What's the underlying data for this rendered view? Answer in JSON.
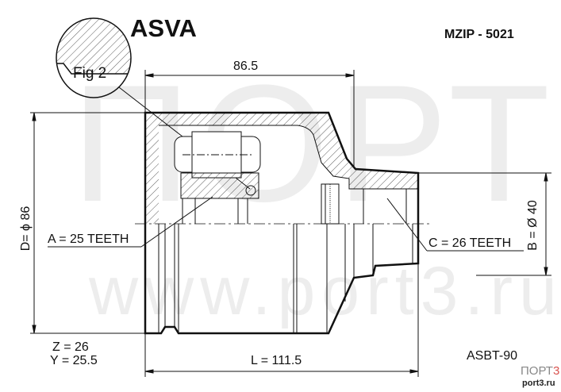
{
  "brand": "ASVA",
  "part_number": "MZIP - 5021",
  "detail_label": "Fig 2",
  "dimensions": {
    "top_length": "86.5",
    "outer_diameter": "D= ϕ 86",
    "shaft_diameter": "B = Ø 40",
    "total_length": "L = 111.5",
    "inner_teeth": "A = 25 TEETH",
    "outer_teeth": "C = 26 TEETH",
    "z": "Z = 26",
    "y": "Y = 25.5"
  },
  "boot_ref": "ASBT-90",
  "watermark": {
    "logo": "ПОРТ3",
    "url": "www.port3.ru",
    "corner_logo": "ПОРТ",
    "corner_logo_accent": "3",
    "corner_site": "port3.ru"
  },
  "colors": {
    "line": "#111111",
    "accent": "#d9534f"
  }
}
